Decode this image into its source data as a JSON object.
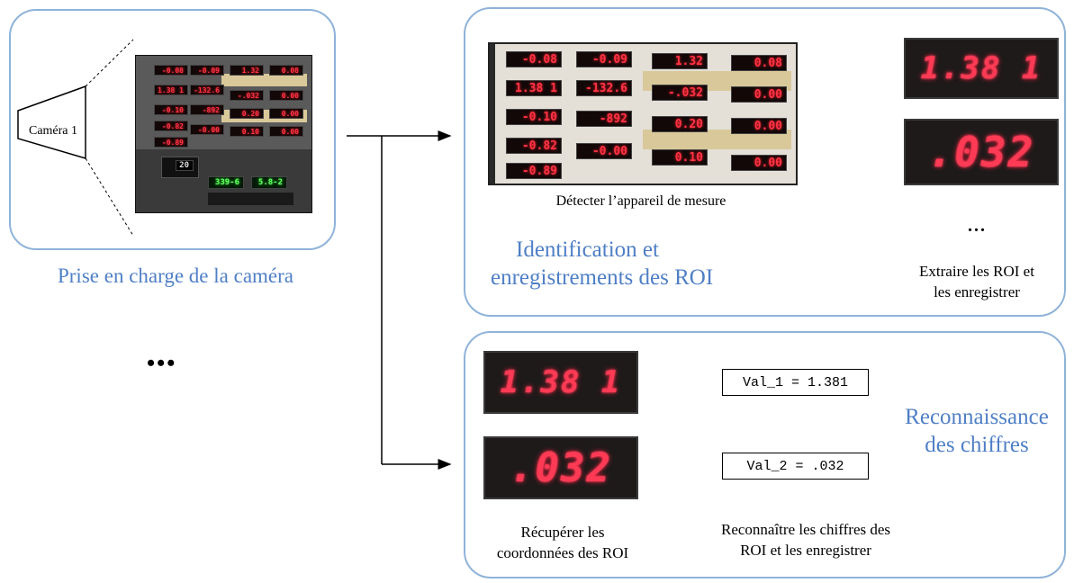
{
  "camera_panel": {
    "camera_label": "Caméra 1",
    "title": "Prise en charge de la caméra",
    "photo_readings": [
      "-0.08",
      "-0.09",
      "1.32",
      "0.08",
      "1.38 1",
      "-132.6",
      "-.032",
      "0.00",
      "-0.10",
      "-892",
      "0.20",
      "0.00",
      "-0.82",
      "-0.00",
      "0.10",
      "0.00",
      "-0.89",
      "",
      "",
      ""
    ],
    "green_readings": [
      "339-6",
      "5.8-2"
    ],
    "white_reading": "20"
  },
  "left_ellipsis": "•••",
  "roi_panel": {
    "detect_caption": "Détecter l’appareil de mesure",
    "title_line1": "Identification et",
    "title_line2": "enregistrements des ROI",
    "extract_line1": "Extraire les ROI et",
    "extract_line2": "les enregistrer",
    "ellipsis": "...",
    "photo_readings": [
      "-0.08",
      "-0.09",
      "1.32",
      "0.08",
      "1.38 1",
      "-132.6",
      "-.032",
      "0.00",
      "-0.10",
      "-892",
      "0.20",
      "0.00",
      "-0.82",
      "-0.00",
      "0.10",
      "0.00",
      "-0.89"
    ],
    "roi_1": "1.38 1",
    "roi_2": ".032"
  },
  "recognition_panel": {
    "roi_1": "1.38 1",
    "roi_2": ".032",
    "value_1": "Val_1 = 1.381",
    "value_2": "Val_2 = .032",
    "title_line1": "Reconnaissance",
    "title_line2": "des chiffres",
    "caption_left_line1": "Récupérer les",
    "caption_left_line2": "coordonnées des ROI",
    "caption_right_line1": "Reconnaître les chiffres des",
    "caption_right_line2": "ROI et les enregistrer"
  }
}
